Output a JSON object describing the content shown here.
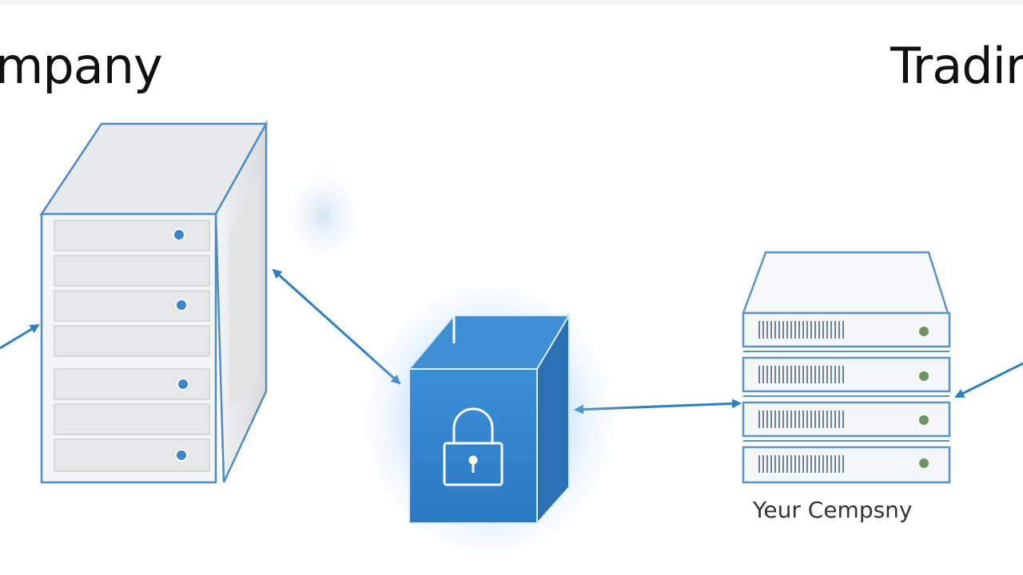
{
  "labels": {
    "left_heading": "mpany",
    "right_heading": "Tradir",
    "server_caption": "Yeur Cempsny"
  },
  "icons": {
    "left_server": "server-tower-icon",
    "center_box": "secure-vault-icon",
    "center_lock": "padlock-icon",
    "right_server": "rack-server-icon"
  },
  "colors": {
    "accent": "#2f7fc1",
    "vault_blue": "#2d7ec8",
    "vault_glow": "#5aa9f0",
    "server_gray": "#e9eaeb",
    "led_green": "#6e9466"
  }
}
